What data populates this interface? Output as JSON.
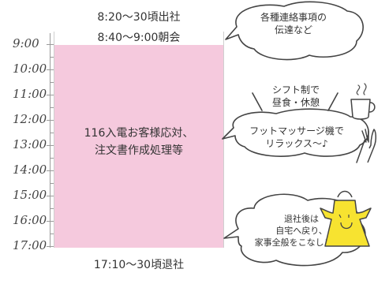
{
  "schedule": {
    "hours": [
      "9:00",
      "10:00",
      "11:00",
      "12:00",
      "13:00",
      "14:00",
      "15:00",
      "16:00",
      "17:00"
    ],
    "arrival": "8:20〜30頃出社",
    "meeting": "8:40〜9:00朝会",
    "work_lines": [
      "116入電お客様応対、",
      "注文書作成処理等"
    ],
    "leave": "17:10〜30頃退社"
  },
  "notes": {
    "morning_lines": [
      "各種連絡事項の",
      "伝達など"
    ],
    "break_title_lines": [
      "シフト制で",
      "昼食・休憩"
    ],
    "break_lines": [
      "フットマッサージ機で",
      "リラックス〜♪"
    ],
    "after_work_lines": [
      "退社後は",
      "自宅へ戻り、",
      "家事全般をこなします!!"
    ]
  },
  "colors": {
    "work_block": "#f5c9dd",
    "apron": "#f7e330",
    "line": "#444444"
  }
}
